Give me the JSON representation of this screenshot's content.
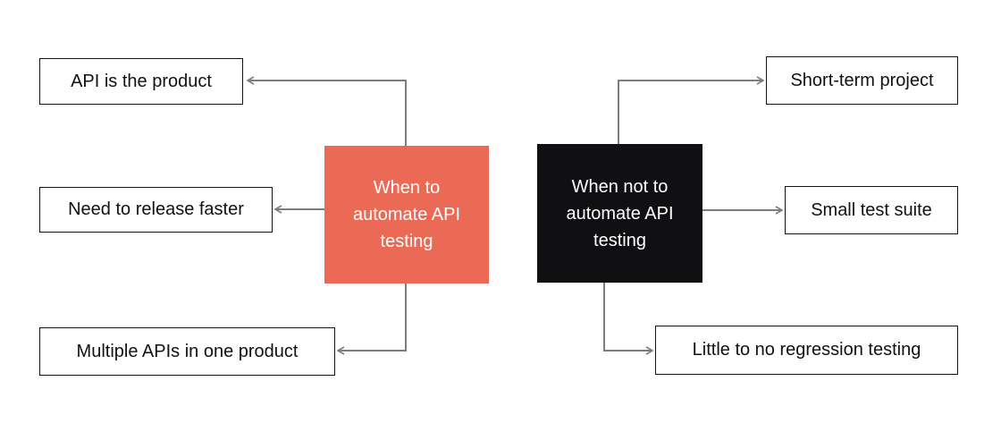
{
  "theme": {
    "background": "#ffffff",
    "accent_red": "#eb6a55",
    "hub_dark": "#101013",
    "connector": "#7d7d7d",
    "box_border": "#111111",
    "box_text": "#111111",
    "hub_text": "#ffffff"
  },
  "diagram": {
    "left_group": {
      "hub": {
        "label": "When to automate API testing"
      },
      "branches": [
        {
          "label": "API is the product"
        },
        {
          "label": "Need to release faster"
        },
        {
          "label": "Multiple APIs in one product"
        }
      ]
    },
    "right_group": {
      "hub": {
        "label": "When not to automate API testing"
      },
      "branches": [
        {
          "label": "Short-term project"
        },
        {
          "label": "Small test suite"
        },
        {
          "label": "Little to no regression testing"
        }
      ]
    }
  }
}
